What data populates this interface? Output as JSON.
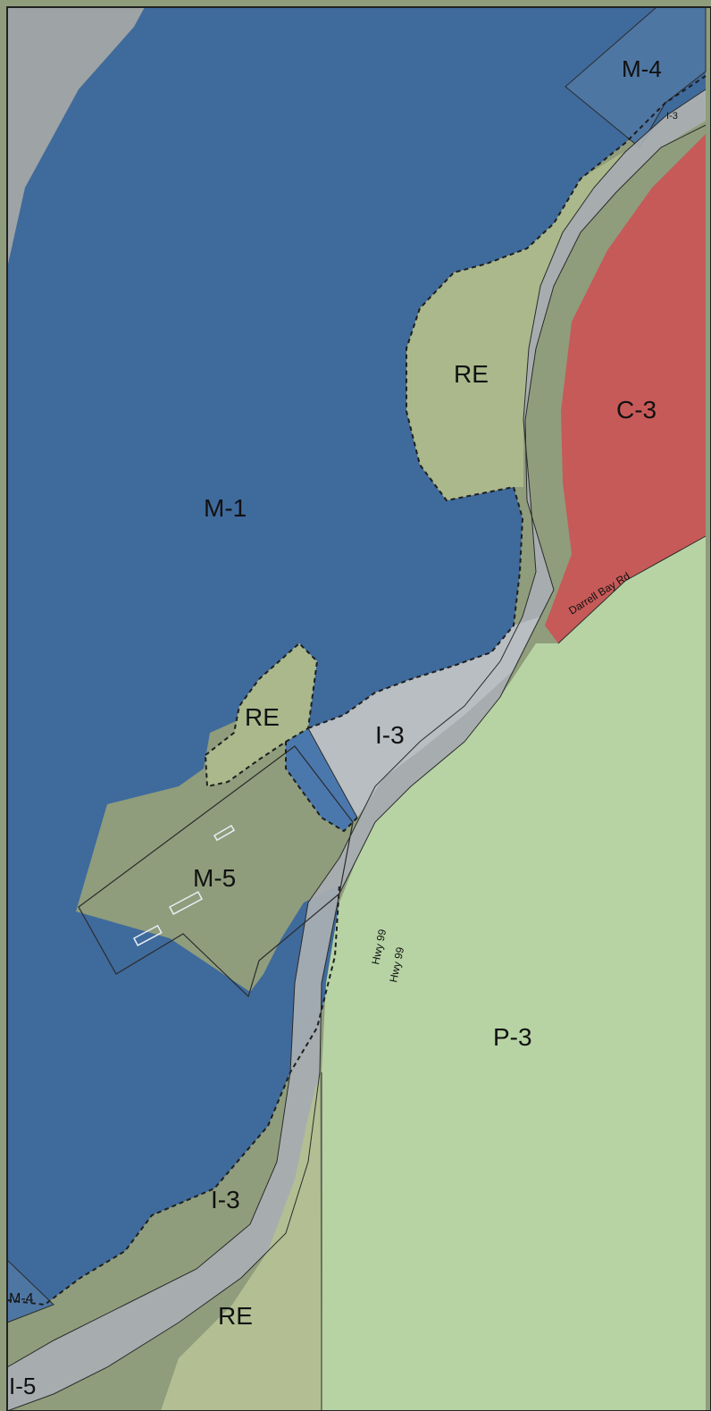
{
  "map": {
    "zone_labels": {
      "m1": "M-1",
      "m4_top": "M-4",
      "m4_left": "M-4",
      "m5": "M-5",
      "re_upper": "RE",
      "re_island": "RE",
      "re_bottom": "RE",
      "c3": "C-3",
      "i3_top": "I-3",
      "i3_middle": "I-3",
      "i3_lower": "I-3",
      "i5": "I-5",
      "p3": "P-3"
    },
    "road_labels": {
      "darrell_bay_rd": "Darrell Bay Rd",
      "hwy99_a": "Hwy 99",
      "hwy99_b": "Hwy 99"
    },
    "colors": {
      "water_marine": "#3f6d9f",
      "mountain_gray": "#9aa0a4",
      "recreation": "#a9b890",
      "commercial": "#c85a5a",
      "park": "#b7d6a8",
      "industrial": "#b3b9bd",
      "outline": "#2b2b2b"
    }
  }
}
